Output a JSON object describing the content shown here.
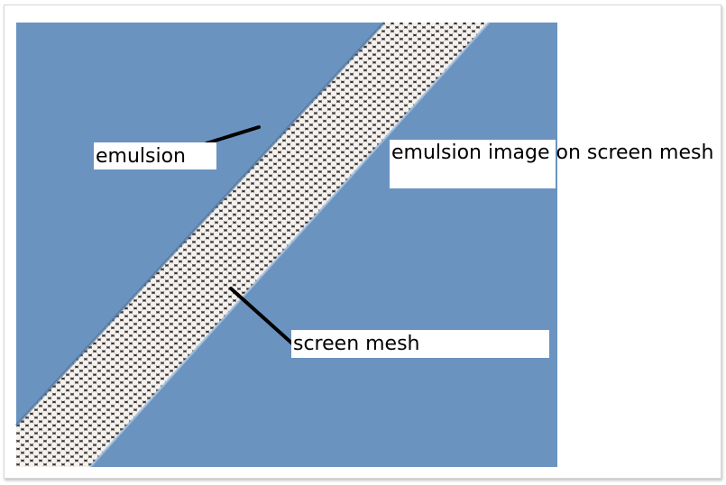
{
  "labels": {
    "emulsion": "emulsion",
    "emulsion_image": "emulsion image on screen mesh",
    "screen_mesh": "screen mesh"
  },
  "colors": {
    "emulsion_blue": "#6a93c0",
    "mesh_dark": "#322c2a",
    "mesh_hole": "#f4f1ee",
    "leader_line": "#000000"
  }
}
